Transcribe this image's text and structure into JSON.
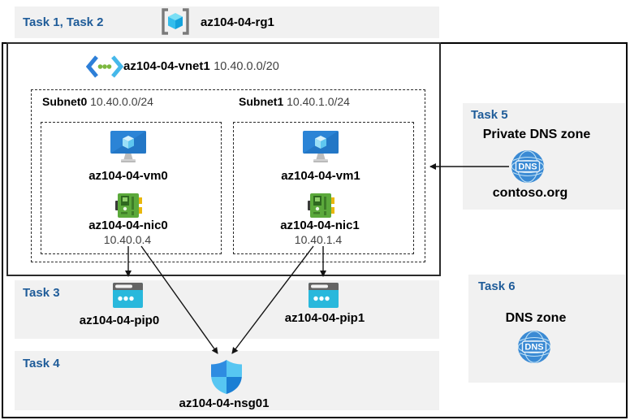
{
  "tasks": {
    "t12": "Task 1, Task 2",
    "t3": "Task 3",
    "t4": "Task 4",
    "t5": "Task 5",
    "t6": "Task 6"
  },
  "resource_group": {
    "name": "az104-04-rg1"
  },
  "vnet": {
    "name": "az104-04-vnet1",
    "cidr": "10.40.0.0/20"
  },
  "subnets": [
    {
      "name": "Subnet0",
      "cidr": "10.40.0.0/24",
      "vm": "az104-04-vm0",
      "nic": "az104-04-nic0",
      "nic_ip": "10.40.0.4"
    },
    {
      "name": "Subnet1",
      "cidr": "10.40.1.0/24",
      "vm": "az104-04-vm1",
      "nic": "az104-04-nic1",
      "nic_ip": "10.40.1.4"
    }
  ],
  "public_ips": [
    {
      "name": "az104-04-pip0"
    },
    {
      "name": "az104-04-pip1"
    }
  ],
  "nsg": {
    "name": "az104-04-nsg01"
  },
  "private_dns_zone": {
    "title": "Private DNS zone",
    "name": "contoso.org",
    "icon_text": "DNS"
  },
  "dns_zone": {
    "title": "DNS zone",
    "icon_text": "DNS"
  },
  "colors": {
    "task_label": "#1F5C99",
    "panel_bg": "#F1F1F1",
    "arrow": "#141414",
    "pip_cyan": "#29B8DC",
    "nic_green": "#5BA93B",
    "dns_blue": "#3A8AD4"
  }
}
